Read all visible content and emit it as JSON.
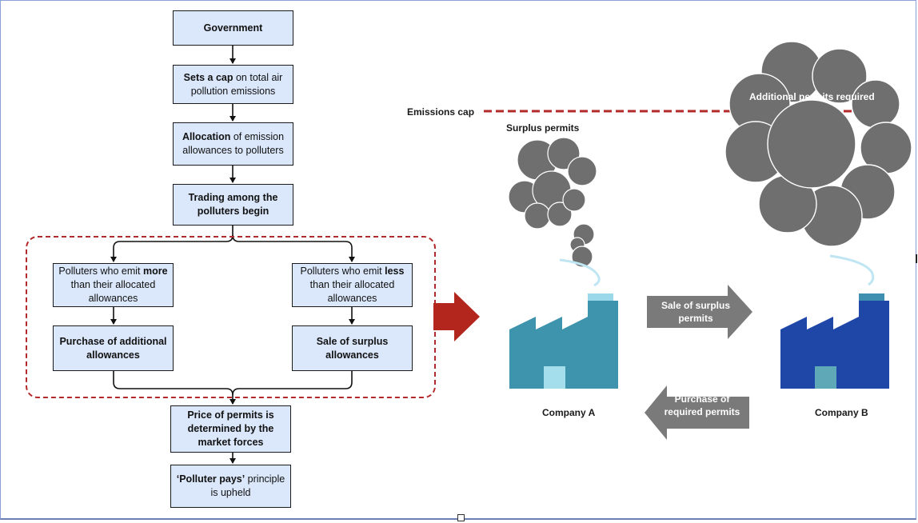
{
  "flow": {
    "government": {
      "bold": "Government",
      "rest": ""
    },
    "cap": {
      "bold": "Sets a cap",
      "rest": " on total air pollution emissions"
    },
    "allocation": {
      "bold": "Allocation",
      "rest": " of emission allowances to polluters"
    },
    "trading": {
      "bold": "Trading among the polluters begin",
      "rest": ""
    },
    "emit_more": {
      "pre": "Polluters who emit ",
      "bold": "more",
      "post": " than their allocated allowances"
    },
    "emit_less": {
      "pre": "Polluters who emit ",
      "bold": "less",
      "post": " than their allocated allowances"
    },
    "purchase": {
      "bold": "Purchase of additional allowances",
      "rest": ""
    },
    "sale": {
      "bold": "Sale of surplus allowances",
      "rest": ""
    },
    "price": {
      "bold": "Price of permits is determined by the market forces",
      "rest": ""
    },
    "polluter_pays": {
      "bold": "‘Polluter pays’",
      "rest": " principle is upheld"
    }
  },
  "illustration": {
    "emissions_cap": "Emissions cap",
    "surplus_permits": "Surplus permits",
    "additional_permits": "Additional permits required",
    "sale_arrow": "Sale of surplus permits",
    "purchase_arrow": "Purchase of required permits",
    "company_a": "Company A",
    "company_b": "Company B"
  },
  "colors": {
    "box_fill": "#dbe8fb",
    "dashed_red": "#b32a2a",
    "big_arrow": "#b3261e",
    "smoke": "#6f6f6f",
    "factory_a": "#3e93ad",
    "factory_b": "#1f47a8",
    "grey_arrow": "#7a7a7a"
  }
}
